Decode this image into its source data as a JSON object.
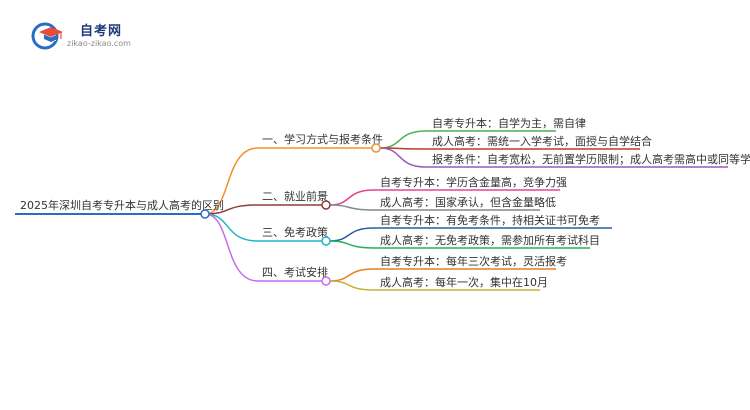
{
  "logo": {
    "title": "自考网",
    "url": "zikao-zikao.com"
  },
  "mindmap": {
    "root": "2025年深圳自考专升本与成人高考的区别",
    "branches": [
      {
        "label": "一、学习方式与报考条件",
        "color": "#f0932b",
        "children": [
          {
            "label": "自考专升本：自学为主，需自律",
            "color": "#4caf50"
          },
          {
            "label": "成人高考：需统一入学考试，面授与自学结合",
            "color": "#c0392b"
          },
          {
            "label": "报考条件：自考宽松，无前置学历限制；成人高考需高中或同等学历",
            "color": "#9b59b6"
          }
        ]
      },
      {
        "label": "二、就业前景",
        "color": "#8e3b3b",
        "children": [
          {
            "label": "自考专升本：学历含金量高，竞争力强",
            "color": "#e84393"
          },
          {
            "label": "成人高考：国家承认，但含金量略低",
            "color": "#7f8c8d"
          }
        ]
      },
      {
        "label": "三、免考政策",
        "color": "#1fb5c9",
        "children": [
          {
            "label": "自考专升本：有免考条件，持相关证书可免考",
            "color": "#2c5aa0"
          },
          {
            "label": "成人高考：无免考政策，需参加所有考试科目",
            "color": "#27ae60"
          }
        ]
      },
      {
        "label": "四、考试安排",
        "color": "#c56cf0",
        "children": [
          {
            "label": "自考专升本：每年三次考试，灵活报考",
            "color": "#e67e22"
          },
          {
            "label": "成人高考：每年一次，集中在10月",
            "color": "#c9b037"
          }
        ]
      }
    ]
  }
}
